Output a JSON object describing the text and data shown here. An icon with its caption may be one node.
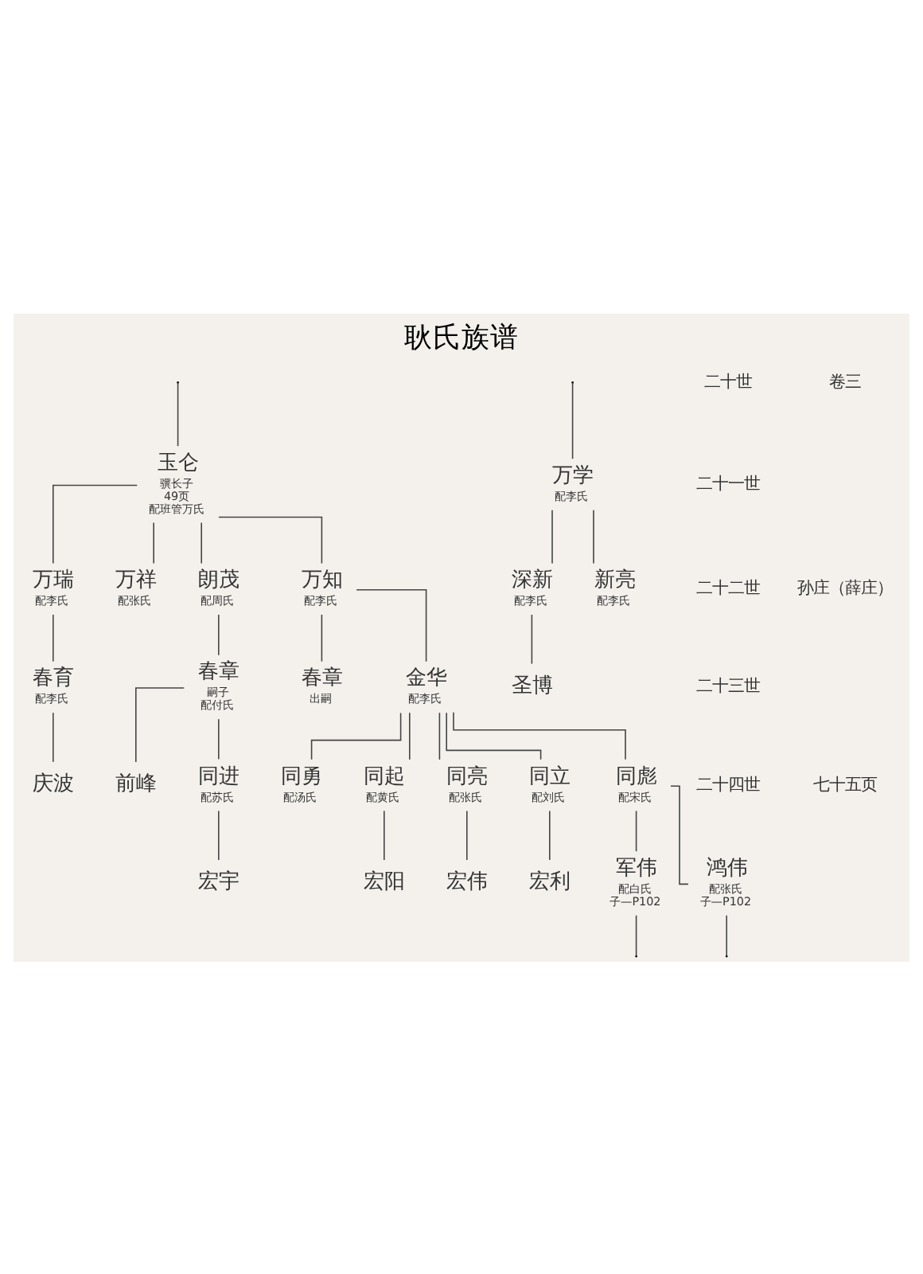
{
  "diagram": {
    "title": "耿氏族谱",
    "nodes": [
      {
        "text": [
          "玉仑"
        ],
        "beside": [
          "骥长子",
          "49页",
          "配班管万氏"
        ]
      },
      {
        "text": [
          "万瑞"
        ],
        "beside": [
          "配李氏"
        ]
      },
      {
        "text": [
          "万祥"
        ],
        "beside": [
          "配张氏"
        ]
      },
      {
        "text": [
          "朗茂"
        ],
        "beside": [
          "配周氏"
        ]
      },
      {
        "text": [
          "万知"
        ],
        "beside": [
          "配李氏"
        ]
      },
      {
        "text": [
          "万学"
        ],
        "beside": [
          "配李氏"
        ]
      },
      {
        "text": [
          "春育"
        ],
        "beside": [
          "配李氏"
        ]
      },
      {
        "text": [
          "春章"
        ],
        "beside": [
          "嗣子",
          "配付氏"
        ]
      },
      {
        "text": [
          "春章"
        ],
        "beside": [
          "出嗣"
        ]
      },
      {
        "text": [
          "金华"
        ],
        "beside": [
          "配李氏"
        ]
      },
      {
        "text": [
          "深新"
        ],
        "beside": [
          "配李氏"
        ]
      },
      {
        "text": [
          "新亮"
        ],
        "beside": [
          "配李氏"
        ]
      },
      {
        "text": [
          "庆波"
        ]
      },
      {
        "text": [
          "前峰"
        ]
      },
      {
        "text": [
          "同进"
        ],
        "beside": [
          "配苏氏"
        ]
      },
      {
        "text": [
          "同勇"
        ],
        "beside": [
          "配汤氏"
        ]
      },
      {
        "text": [
          "同起"
        ],
        "beside": [
          "配黄氏"
        ]
      },
      {
        "text": [
          "同亮"
        ],
        "beside": [
          "配张氏"
        ]
      },
      {
        "text": [
          "同立"
        ],
        "beside": [
          "配刘氏"
        ]
      },
      {
        "text": [
          "同彪"
        ],
        "beside": [
          "配宋氏"
        ]
      },
      {
        "text": [
          "圣博"
        ]
      },
      {
        "text": [
          "宏宇"
        ]
      },
      {
        "text": [
          "宏阳"
        ]
      },
      {
        "text": [
          "宏伟"
        ]
      },
      {
        "text": [
          "宏利"
        ]
      },
      {
        "text": [
          "军伟"
        ],
        "beside": [
          "配白氏",
          "子—P102"
        ]
      },
      {
        "text": [
          "鸿伟"
        ],
        "beside": [
          "配张氏",
          "子—P102"
        ]
      }
    ],
    "edges": [
      {
        "from": null,
        "to": 0,
        "arrow": "none"
      },
      {
        "from": null,
        "to": 5,
        "arrow": "none"
      },
      {
        "from": 0,
        "to": 1,
        "arrow": "none"
      },
      {
        "from": 0,
        "to": 2,
        "arrow": "none"
      },
      {
        "from": 0,
        "to": 3,
        "arrow": "none"
      },
      {
        "from": 0,
        "to": 4,
        "arrow": "none"
      },
      {
        "from": 1,
        "to": 6,
        "arrow": "none"
      },
      {
        "from": 3,
        "to": 7,
        "arrow": "none"
      },
      {
        "from": 4,
        "to": 8,
        "arrow": "none"
      },
      {
        "from": 4,
        "to": 9,
        "arrow": "none"
      },
      {
        "from": 5,
        "to": 10,
        "arrow": "none"
      },
      {
        "from": 5,
        "to": 11,
        "arrow": "none"
      },
      {
        "from": 6,
        "to": 12,
        "arrow": "none"
      },
      {
        "from": 7,
        "to": 13,
        "arrow": "none"
      },
      {
        "from": 7,
        "to": 14,
        "arrow": "none"
      },
      {
        "from": 9,
        "to": 15,
        "arrow": "none"
      },
      {
        "from": 9,
        "to": 16,
        "arrow": "none"
      },
      {
        "from": 9,
        "to": 17,
        "arrow": "none"
      },
      {
        "from": 9,
        "to": 18,
        "arrow": "none"
      },
      {
        "from": 9,
        "to": 19,
        "arrow": "none"
      },
      {
        "from": 10,
        "to": 20,
        "arrow": "none"
      },
      {
        "from": 14,
        "to": 21,
        "arrow": "none"
      },
      {
        "from": 16,
        "to": 22,
        "arrow": "none"
      },
      {
        "from": 17,
        "to": 23,
        "arrow": "none"
      },
      {
        "from": 18,
        "to": 24,
        "arrow": "none"
      },
      {
        "from": 19,
        "to": 25,
        "arrow": "none"
      },
      {
        "from": 19,
        "to": 26,
        "arrow": "none"
      },
      {
        "from": 25,
        "to": null,
        "arrow": "none"
      },
      {
        "from": 26,
        "to": null,
        "arrow": "none"
      }
    ],
    "labels": [
      "二十世",
      "二十一世",
      "二十二世",
      "二十三世",
      "二十四世",
      "卷三",
      "孙庄（薛庄）",
      "七十五页"
    ]
  }
}
